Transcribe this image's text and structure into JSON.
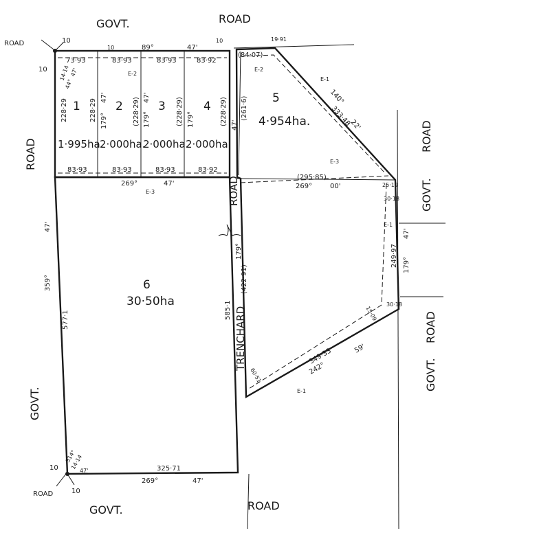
{
  "roads": {
    "govt_top": "GOVT.",
    "road_top": "ROAD",
    "road_left": "ROAD",
    "govt_left": "GOVT.",
    "road_right_upper": "ROAD",
    "govt_right_upper": "GOVT.",
    "road_right_lower": "ROAD",
    "govt_right_lower": "GOVT.",
    "govt_bottom": "GOVT.",
    "road_bottom": "ROAD",
    "trenchard": "TRENCHARD",
    "trenchard_road": "ROAD",
    "corner_road_tl": "ROAD",
    "corner_road_bl": "ROAD"
  },
  "lots": [
    {
      "number": "1",
      "area": "1·995ha."
    },
    {
      "number": "2",
      "area": "2·000ha."
    },
    {
      "number": "3",
      "area": "2·000ha."
    },
    {
      "number": "4",
      "area": "2·000ha."
    },
    {
      "number": "5",
      "area": "4·954ha."
    },
    {
      "number": "6",
      "area": "30·50ha"
    }
  ],
  "dims": {
    "top_73": "73·93",
    "top_8393a": "83·93",
    "top_8393b": "83·93",
    "top_8392": "83·92",
    "top_bearing": "89°",
    "top_min": "47'",
    "bot_8393a": "83·93",
    "bot_8393b": "83·93",
    "bot_8393c": "83·93",
    "bot_8392": "83·92",
    "bot_bearing": "269°",
    "bot_min": "47'",
    "v1": "228·29",
    "v2": "228·29",
    "v3": "(228·29)",
    "v4": "(228·29)",
    "v5": "(228·29)",
    "v6": "(261·6)",
    "b179a": "179°",
    "b179b": "179°",
    "b179c": "179°",
    "m47a": "47'",
    "m47b": "47'",
    "m47c": "47'",
    "lot5_top": "(84·07)",
    "lot5_corner": "19·91",
    "lot5_diag": "333·48",
    "lot5_diag_bearing": "140°",
    "lot5_diag_min": "22'",
    "lot5_bottom": "(295·85)",
    "lot5_bottom_bearing": "269°",
    "lot5_bottom_min": "00'",
    "lot5_corner2": "25·19",
    "left_577": "577·1",
    "left_bearing": "359°",
    "left_min": "47'",
    "bottom_325": "325·71",
    "bottom_bearing": "269°",
    "bottom_min": "47'",
    "right6_585": "585·1",
    "trench_422": "(422·91)",
    "trench_bearing": "179°",
    "right_3018a": "30·18",
    "right_3018b": "30·18",
    "right_24997": "249·97",
    "right_bearing": "179°",
    "right_min": "47'",
    "diag_349": "349·33",
    "diag_bearing": "242°",
    "diag_min": "59'",
    "diag_short": "15·09",
    "diag_low": "60·51",
    "corner_10a": "10",
    "corner_10b": "10",
    "corner_10c": "10",
    "corner_10d": "10",
    "corner_10e": "10",
    "corner_10f": "10",
    "tl_bearing": "14·14",
    "tl_bearing2": "44°",
    "tl_min": "47'",
    "bl_bearing": "314°",
    "bl_val": "14·14",
    "bl_min": "47'"
  },
  "easements": {
    "e2a": "E-2",
    "e2b": "E-2",
    "e1a": "E-1",
    "e1b": "E-1",
    "e1c": "E-1",
    "e3a": "E-3",
    "e3b": "E-3"
  }
}
